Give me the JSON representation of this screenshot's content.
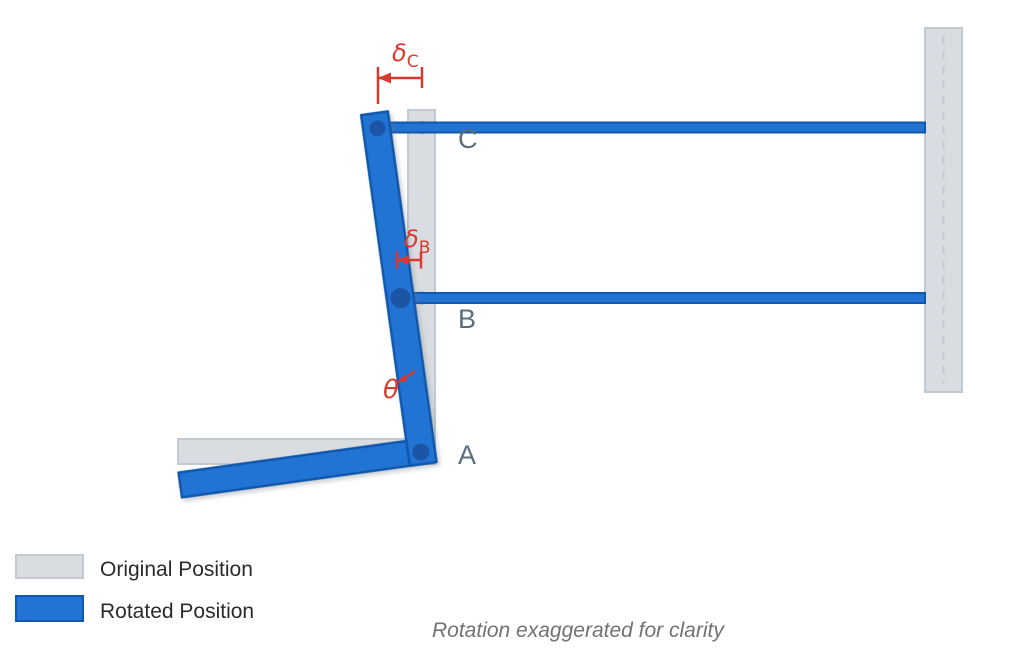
{
  "colors": {
    "original-fill": "#d9dde1",
    "original-stroke": "#c2c9cf",
    "rotated-fill": "#2173d4",
    "rotated-stroke": "#1158ad",
    "node-fill": "#1d55a6",
    "dot-fill": "#8b96a0",
    "annotation-red": "#d93a30",
    "label-gray": "#5c6d7c",
    "legend-text": "#2b2b2e",
    "caption-gray": "#717176",
    "page-bg": "#ffffff"
  },
  "diagram": {
    "node_labels": {
      "a": "A",
      "b": "B",
      "c": "C"
    },
    "annotations": {
      "delta_c": {
        "symbol": "δ",
        "subscript": "C"
      },
      "delta_b": {
        "symbol": "δ",
        "subscript": "B"
      },
      "theta": {
        "symbol": "θ"
      }
    },
    "rotation_deg": -7.9
  },
  "legend": {
    "items": [
      {
        "key": "original",
        "label": "Original Position"
      },
      {
        "key": "rotated",
        "label": "Rotated Position"
      }
    ]
  },
  "caption": "Rotation exaggerated for clarity"
}
